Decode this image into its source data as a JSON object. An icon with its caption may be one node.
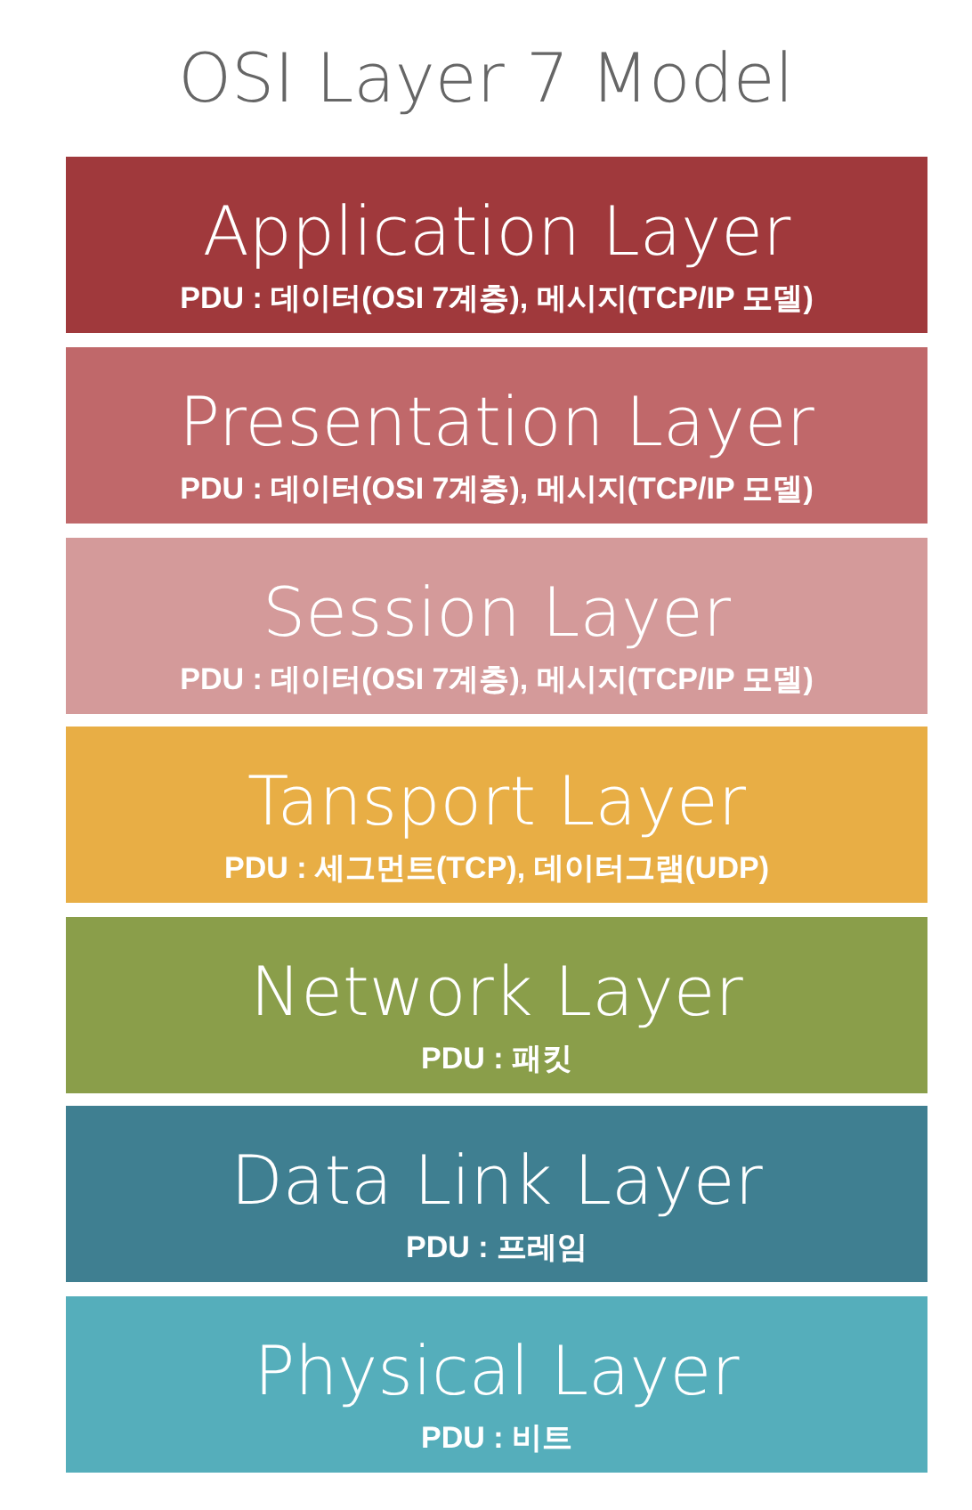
{
  "diagram": {
    "title": "OSI Layer 7 Model",
    "nodes": [
      {
        "text": [
          "Application Layer",
          "PDU : 데이터(OSI 7계층), 메시지(TCP/IP 모델)"
        ]
      },
      {
        "text": [
          "Presentation Layer",
          "PDU : 데이터(OSI 7계층), 메시지(TCP/IP 모델)"
        ]
      },
      {
        "text": [
          "Session Layer",
          "PDU : 데이터(OSI 7계층), 메시지(TCP/IP 모델)"
        ]
      },
      {
        "text": [
          "Tansport Layer",
          "PDU : 세그먼트(TCP), 데이터그램(UDP)"
        ]
      },
      {
        "text": [
          "Network Layer",
          "PDU : 패킷"
        ]
      },
      {
        "text": [
          "Data Link Layer",
          "PDU : 프레임"
        ]
      },
      {
        "text": [
          "Physical Layer",
          "PDU : 비트"
        ]
      }
    ],
    "edges": []
  }
}
